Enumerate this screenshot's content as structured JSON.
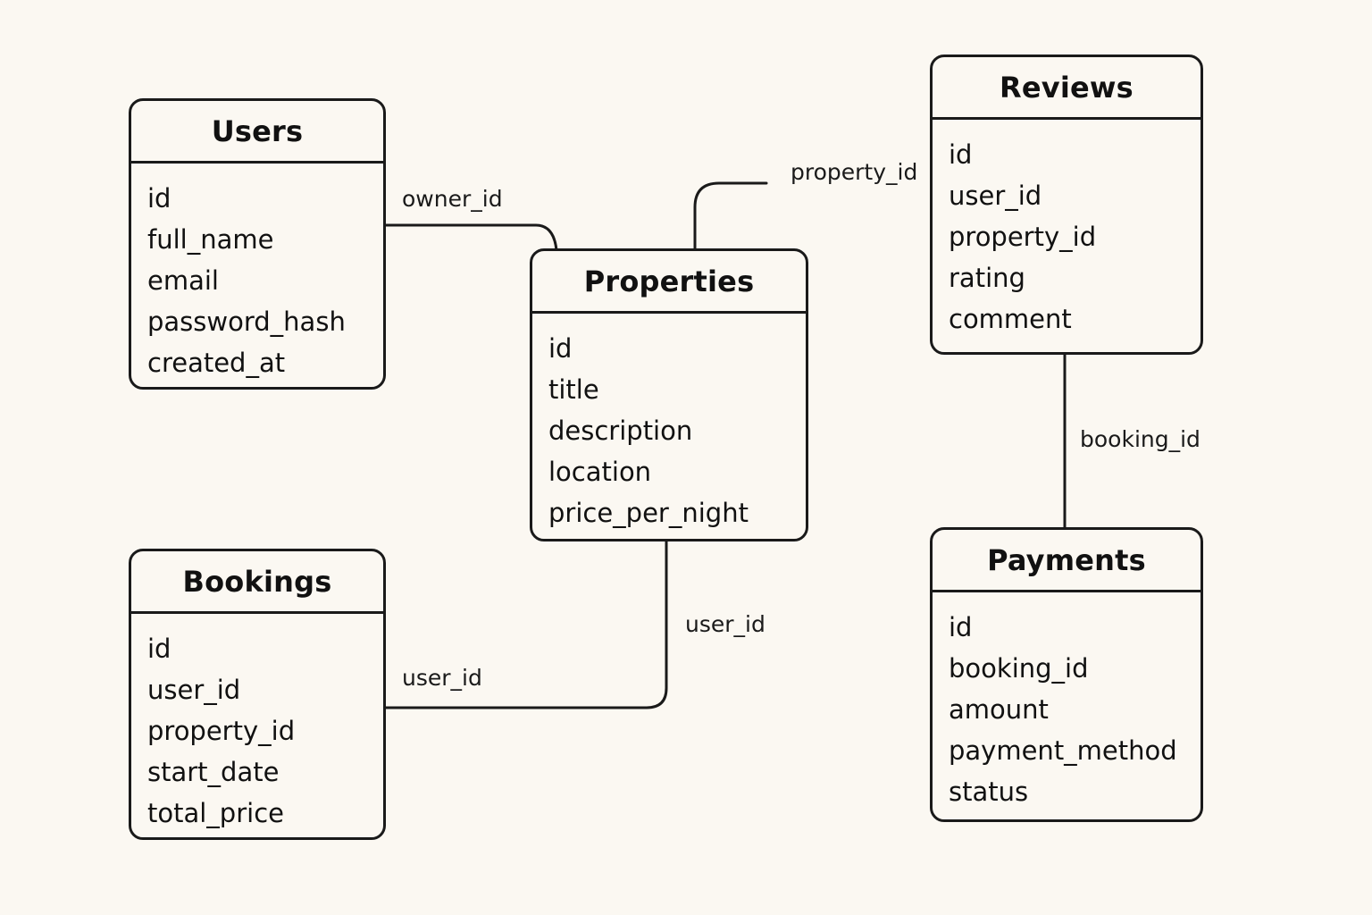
{
  "entities": {
    "users": {
      "title": "Users",
      "fields": [
        "id",
        "full_name",
        "email",
        "password_hash",
        "created_at"
      ]
    },
    "properties": {
      "title": "Properties",
      "fields": [
        "id",
        "title",
        "description",
        "location",
        "price_per_night"
      ]
    },
    "reviews": {
      "title": "Reviews",
      "fields": [
        "id",
        "user_id",
        "property_id",
        "rating",
        "comment"
      ]
    },
    "bookings": {
      "title": "Bookings",
      "fields": [
        "id",
        "user_id",
        "property_id",
        "start_date",
        "total_price"
      ]
    },
    "payments": {
      "title": "Payments",
      "fields": [
        "id",
        "booking_id",
        "amount",
        "payment_method",
        "status"
      ]
    }
  },
  "relationships": {
    "users_properties": {
      "label": "owner_id"
    },
    "properties_reviews": {
      "label": "property_id"
    },
    "reviews_payments": {
      "label": "booking_id"
    },
    "properties_down": {
      "label": "user_id"
    },
    "bookings_properties": {
      "label": "user_id"
    }
  },
  "colors": {
    "background": "#fbf8f2",
    "stroke": "#1a1a1a",
    "text": "#111111"
  }
}
